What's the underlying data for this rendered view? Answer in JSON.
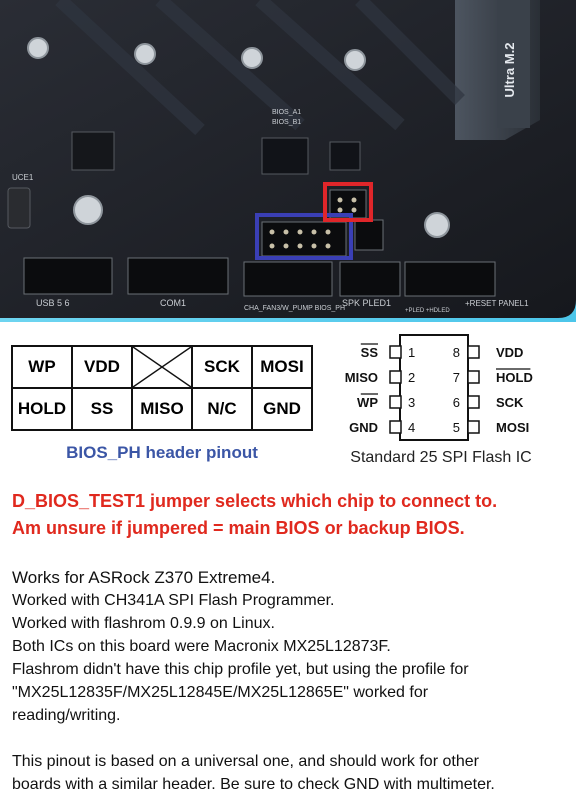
{
  "board": {
    "labels": {
      "ultra_m2": "Ultra M.2",
      "usb": "USB 5 6",
      "com": "COM1",
      "fan_row": "CHA_FAN3/W_PUMP BIOS_PH",
      "spk_pled": "SPK PLED1",
      "panel": "+RESET PANEL1",
      "bios_a": "BIOS_A1",
      "bios_b": "BIOS_B1",
      "uce": "UCE1",
      "led_row": "+PLED  +HDLED"
    },
    "colors": {
      "board": "#1e2026",
      "background_glow": "#6fd6f2",
      "blue_box": "#3a3fb5",
      "red_box": "#e0262a"
    }
  },
  "header_pinout": {
    "rows": [
      [
        "WP",
        "VDD",
        "",
        "SCK",
        "MOSI"
      ],
      [
        "HOLD",
        "SS",
        "MISO",
        "N/C",
        "GND"
      ]
    ],
    "blocked_cell_icon": "x-mark",
    "caption": "BIOS_PH header pinout",
    "caption_color": "#3b56a6"
  },
  "spi_chip": {
    "left_pins": [
      {
        "label": "SS",
        "number": "1",
        "overline": true
      },
      {
        "label": "MISO",
        "number": "2",
        "overline": false
      },
      {
        "label": "WP",
        "number": "3",
        "overline": true
      },
      {
        "label": "GND",
        "number": "4",
        "overline": false
      }
    ],
    "right_pins": [
      {
        "label": "VDD",
        "number": "8",
        "overline": false
      },
      {
        "label": "HOLD",
        "number": "7",
        "overline": true
      },
      {
        "label": "SCK",
        "number": "6",
        "overline": false
      },
      {
        "label": "MOSI",
        "number": "5",
        "overline": false
      }
    ],
    "caption": "Standard 25 SPI Flash IC"
  },
  "jumper_note": {
    "line1": "D_BIOS_TEST1 jumper selects which chip to connect to.",
    "line2": "Am unsure if jumpered = main BIOS or backup BIOS.",
    "color": "#e0291e"
  },
  "notes": {
    "line1": "Works for ASRock Z370 Extreme4.",
    "line2": "Worked with CH341A SPI Flash Programmer.",
    "line3": "Worked with flashrom 0.9.9 on Linux.",
    "line4": "Both ICs on this board were Macronix MX25L12873F.",
    "line5": "Flashrom didn't have this chip profile yet, but using the profile for",
    "line6": "\"MX25L12835F/MX25L12845E/MX25L12865E\" worked for",
    "line7": "reading/writing.",
    "line8": "This pinout is based on a universal one, and should work for other",
    "line9": "boards with a similar header. Be sure to check GND with multimeter."
  }
}
